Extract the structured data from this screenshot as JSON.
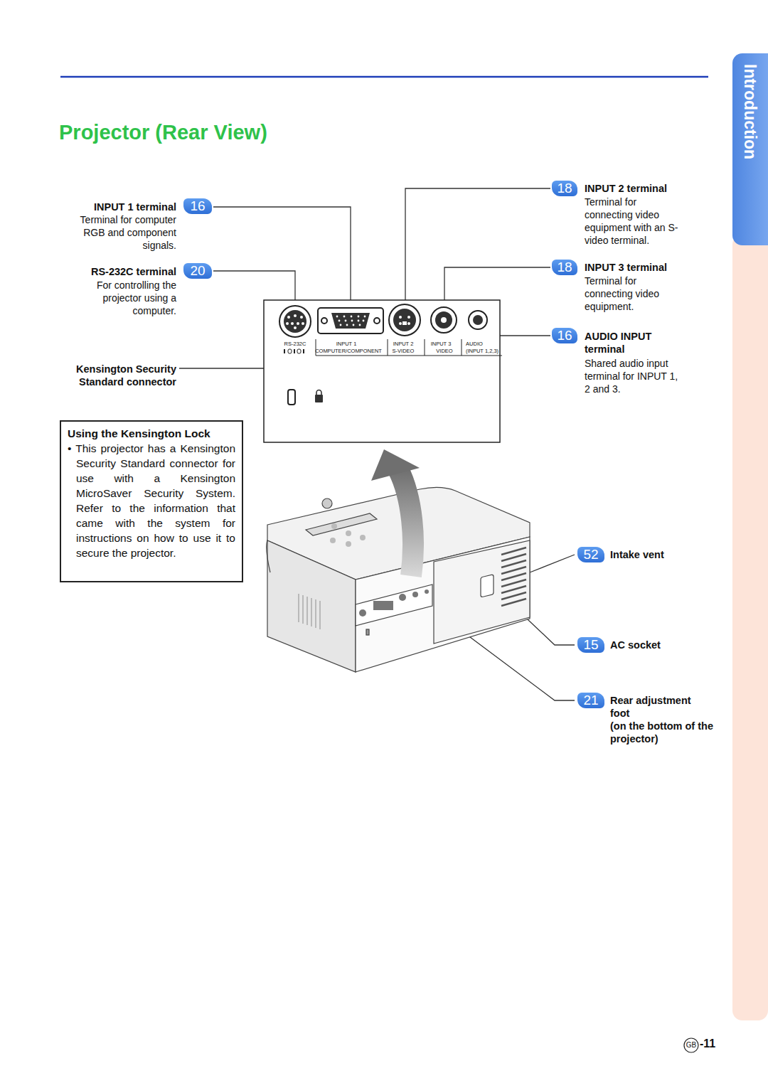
{
  "diagram": {
    "title": "Projector (Rear View)",
    "nodes": [
      {
        "text": [
          "RS-232C",
          "INPUT 1",
          "COMPUTER/COMPONENT",
          "INPUT 2",
          "S-VIDEO",
          "INPUT 3",
          "VIDEO",
          "AUDIO",
          "(INPUT 1,2,3)"
        ]
      },
      {
        "text": [
          "Using the Kensington Lock",
          "• This projector has a Kensington Security Standard connector for use with a Kensington MicroSaver Security System. Refer to the information that came with the system for instructions on how to use it to secure the projector."
        ]
      },
      {
        "text": [
          "Introduction"
        ]
      }
    ],
    "labels": [
      "INPUT 1 terminal",
      "16",
      "Terminal for computer RGB and component signals.",
      "RS-232C terminal",
      "20",
      "For controlling the projector using a computer.",
      "Kensington Security Standard connector",
      "18",
      "INPUT 2 terminal",
      "Terminal for connecting video equipment with an S-video terminal.",
      "18",
      "INPUT 3 terminal",
      "Terminal for connecting video equipment.",
      "16",
      "AUDIO INPUT terminal",
      "Shared audio input terminal for INPUT 1, 2 and 3.",
      "52",
      "Intake vent",
      "15",
      "AC socket",
      "21",
      "Rear adjustment foot",
      "(on the bottom of the projector)",
      "GB",
      "-11"
    ]
  }
}
